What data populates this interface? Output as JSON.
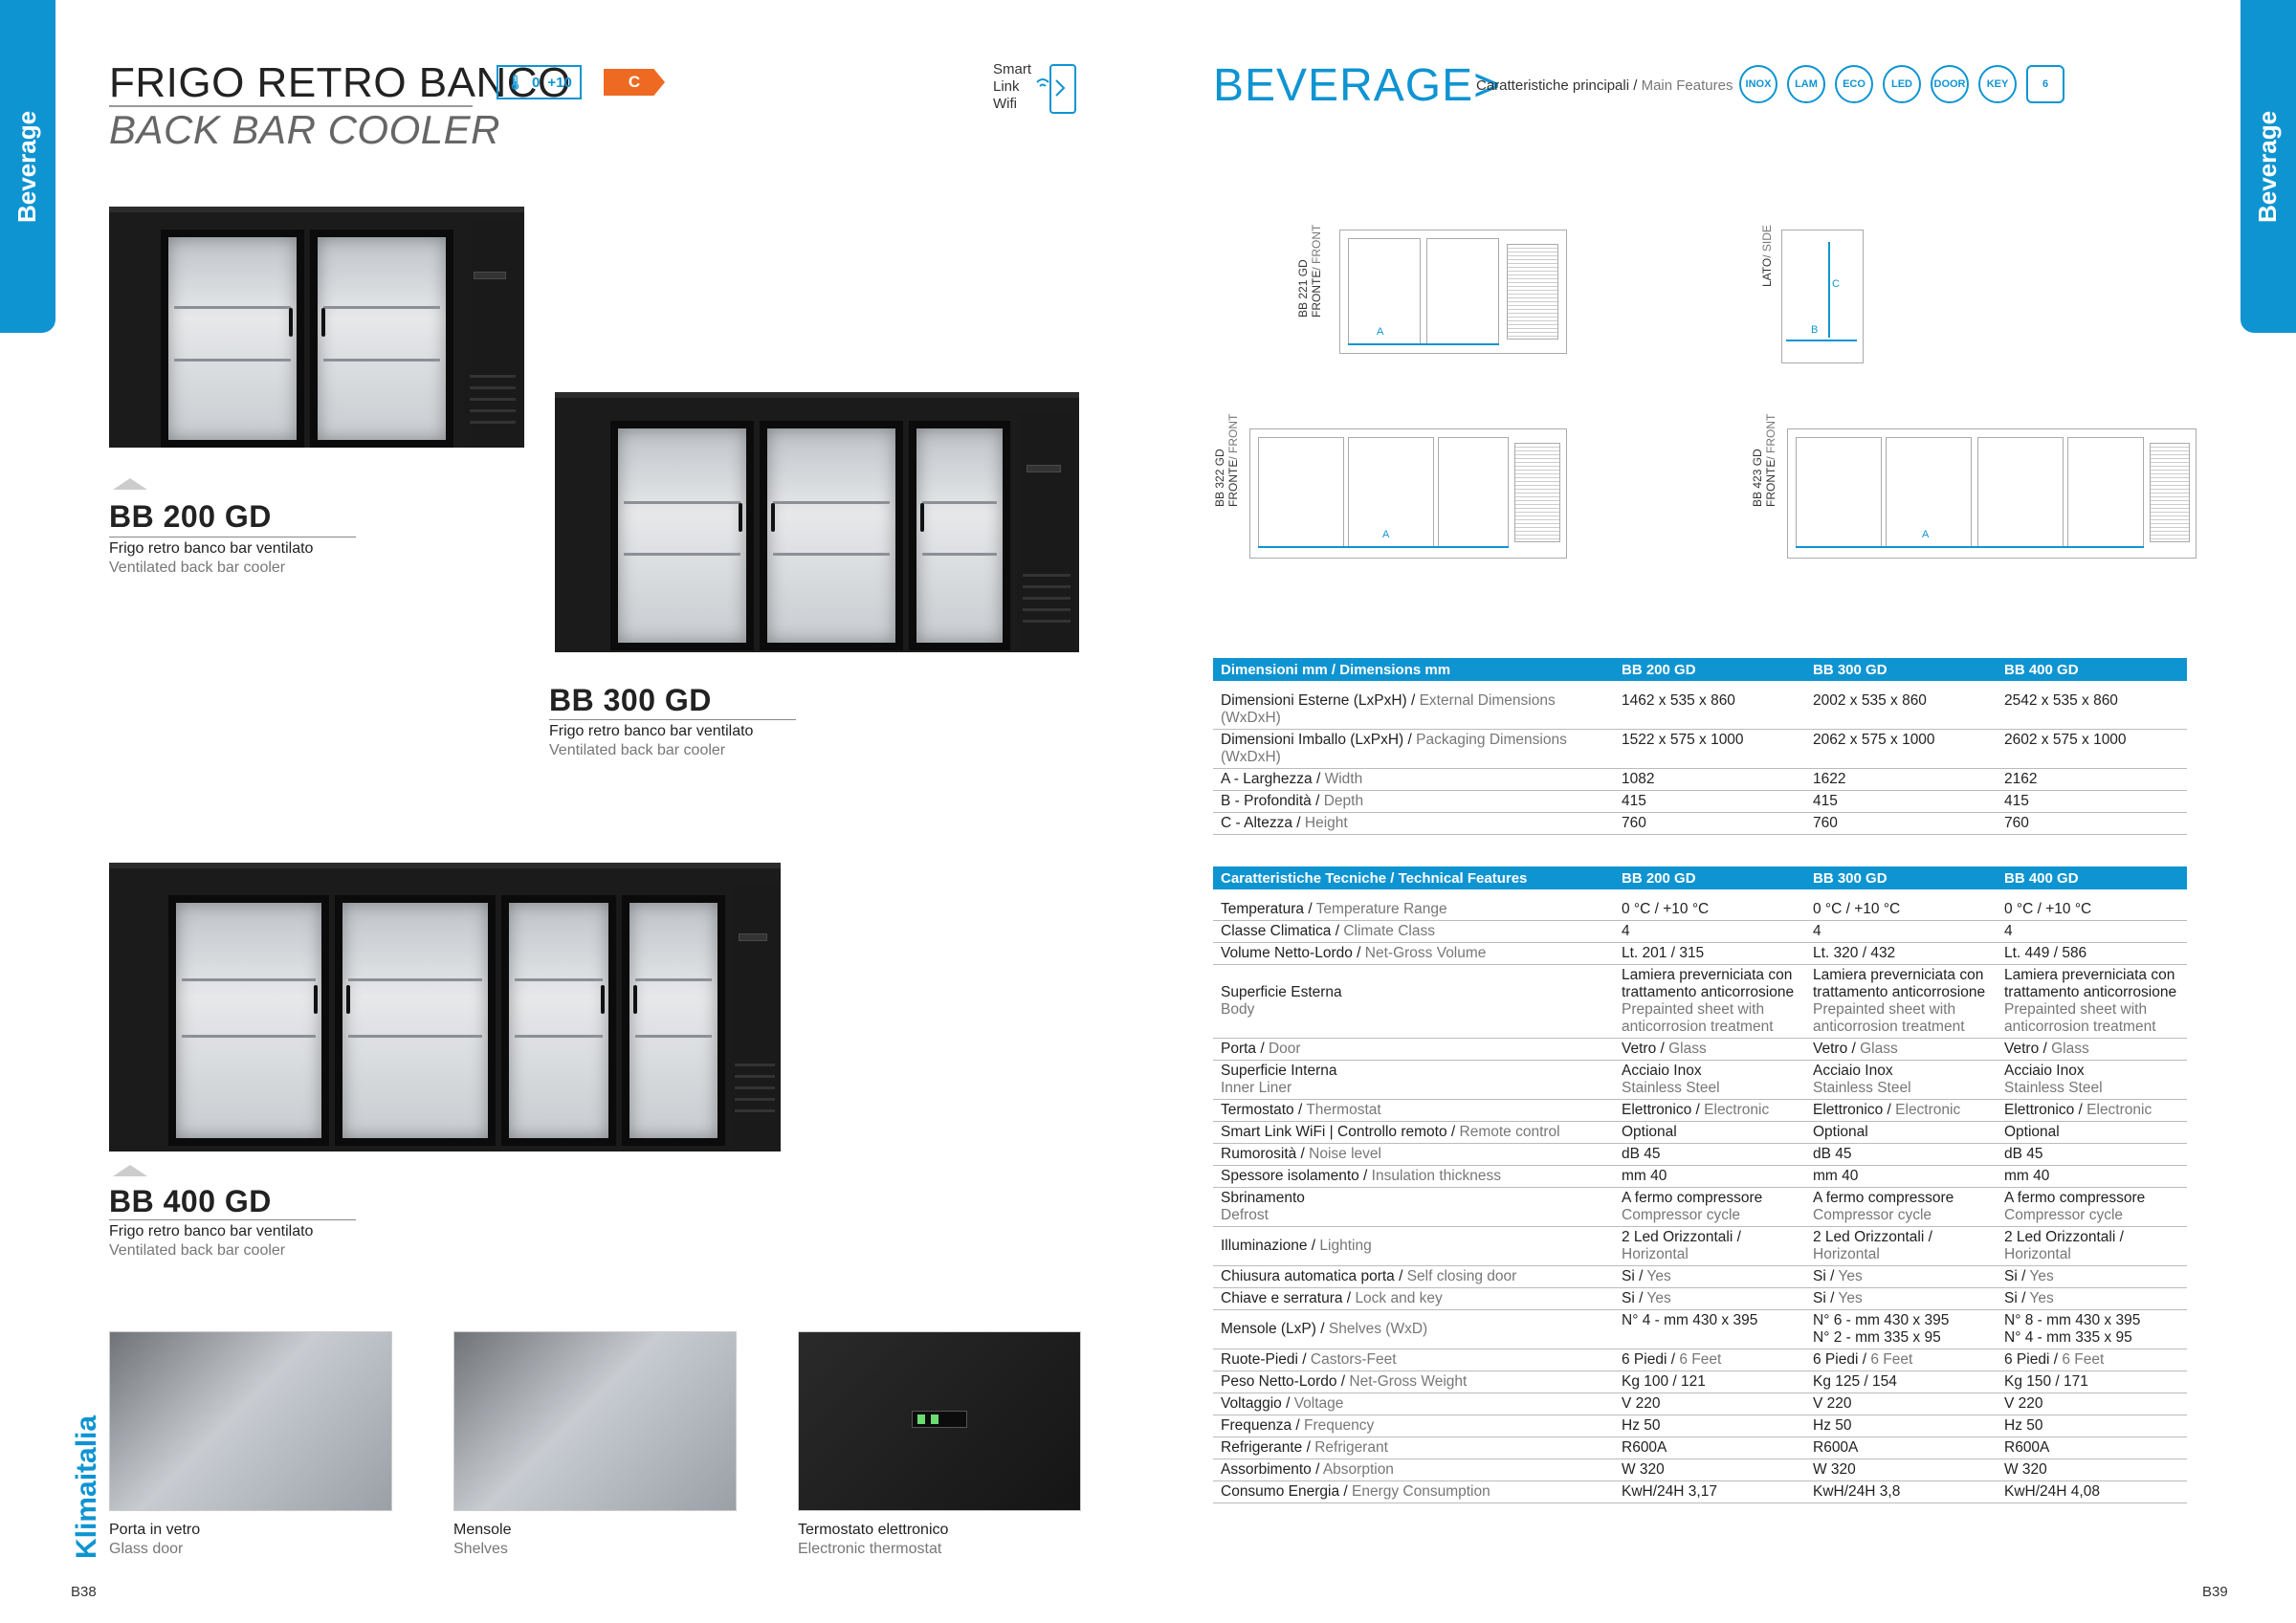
{
  "side_tab_left": "Beverage",
  "side_tab_right": "Beverage",
  "header": {
    "title_it": "FRIGO RETRO BANCO",
    "title_en": "BACK BAR COOLER",
    "temp_min": "0",
    "temp_max": "+10",
    "climate_class": "C",
    "smart": [
      "Smart",
      "Link",
      "Wifi"
    ]
  },
  "right_header": {
    "title": "BEVERAGE>",
    "main_features_it": "Caratteristiche principali",
    "main_features_sep": " / ",
    "main_features_en": "Main Features",
    "feature_icons": [
      "INOX",
      "LAM",
      "ECO",
      "LED",
      "DOOR",
      "KEY",
      "6"
    ]
  },
  "products": [
    {
      "name": "BB 200 GD",
      "desc_it": "Frigo retro banco bar ventilato",
      "desc_en": "Ventilated back bar cooler"
    },
    {
      "name": "BB 300 GD",
      "desc_it": "Frigo retro banco bar ventilato",
      "desc_en": "Ventilated back bar cooler"
    },
    {
      "name": "BB 400 GD",
      "desc_it": "Frigo retro banco bar ventilato",
      "desc_en": "Ventilated back bar cooler"
    }
  ],
  "details": [
    {
      "it": "Porta in vetro",
      "en": "Glass door"
    },
    {
      "it": "Mensole",
      "en": "Shelves"
    },
    {
      "it": "Termostato elettronico",
      "en": "Electronic thermostat"
    }
  ],
  "drawings": {
    "bb221": {
      "model": "BB 221 GD",
      "view_it": "FRONTE",
      "view_en": "/ FRONT",
      "dim": "A"
    },
    "side": {
      "view_it": "LATO",
      "view_en": "/ SIDE",
      "dim_b": "B",
      "dim_c": "C"
    },
    "bb322": {
      "model": "BB 322 GD",
      "view_it": "FRONTE",
      "view_en": "/ FRONT",
      "dim": "A"
    },
    "bb423": {
      "model": "BB 423 GD",
      "view_it": "FRONTE",
      "view_en": "/ FRONT",
      "dim": "A"
    }
  },
  "dimensions_table": {
    "header": [
      "Dimensioni mm / Dimensions mm",
      "BB 200 GD",
      "BB 300 GD",
      "BB 400 GD"
    ],
    "rows": [
      {
        "it": "Dimensioni Esterne (LxPxH) / ",
        "en": "External Dimensions (WxDxH)",
        "v": [
          "1462 x 535 x 860",
          "2002 x 535 x 860",
          "2542 x 535 x 860"
        ]
      },
      {
        "it": "Dimensioni Imballo (LxPxH) / ",
        "en": "Packaging Dimensions (WxDxH)",
        "v": [
          "1522 x 575 x 1000",
          "2062 x 575 x 1000",
          "2602 x 575 x 1000"
        ]
      },
      {
        "it": "A - Larghezza / ",
        "en": "Width",
        "v": [
          "1082",
          "1622",
          "2162"
        ]
      },
      {
        "it": "B - Profondità / ",
        "en": "Depth",
        "v": [
          "415",
          "415",
          "415"
        ]
      },
      {
        "it": "C - Altezza / ",
        "en": "Height",
        "v": [
          "760",
          "760",
          "760"
        ]
      }
    ]
  },
  "tech_table": {
    "header": [
      "Caratteristiche Tecniche / Technical Features",
      "BB 200 GD",
      "BB 300 GD",
      "BB 400 GD"
    ],
    "rows": [
      {
        "it": "Temperatura / ",
        "en": "Temperature Range",
        "v": [
          [
            "0 °C / +10 °C",
            ""
          ],
          [
            "0 °C / +10 °C",
            ""
          ],
          [
            "0 °C / +10 °C",
            ""
          ]
        ]
      },
      {
        "it": "Classe Climatica / ",
        "en": "Climate Class",
        "v": [
          [
            "4",
            ""
          ],
          [
            "4",
            ""
          ],
          [
            "4",
            ""
          ]
        ]
      },
      {
        "it": "Volume Netto-Lordo / ",
        "en": "Net-Gross Volume",
        "v": [
          [
            "Lt. 201 / 315",
            ""
          ],
          [
            "Lt. 320 / 432",
            ""
          ],
          [
            "Lt. 449 / 586",
            ""
          ]
        ]
      },
      {
        "it": "Superficie Esterna",
        "en": "Body",
        "block": true,
        "v": [
          [
            "Lamiera preverniciata con trattamento anticorrosione",
            "Prepainted sheet with anticorrosion treatment"
          ],
          [
            "Lamiera preverniciata con trattamento anticorrosione",
            "Prepainted sheet with anticorrosion treatment"
          ],
          [
            "Lamiera preverniciata con trattamento anticorrosione",
            "Prepainted sheet with anticorrosion treatment"
          ]
        ]
      },
      {
        "it": "Porta / ",
        "en": "Door",
        "v": [
          [
            "Vetro / ",
            "Glass"
          ],
          [
            "Vetro / ",
            "Glass"
          ],
          [
            "Vetro / ",
            "Glass"
          ]
        ]
      },
      {
        "it": "Superficie Interna",
        "en": "Inner Liner",
        "block": true,
        "v": [
          [
            "Acciaio Inox",
            "Stainless Steel"
          ],
          [
            "Acciaio Inox",
            "Stainless Steel"
          ],
          [
            "Acciaio Inox",
            "Stainless Steel"
          ]
        ]
      },
      {
        "it": "Termostato / ",
        "en": "Thermostat",
        "v": [
          [
            "Elettronico / ",
            "Electronic"
          ],
          [
            "Elettronico / ",
            "Electronic"
          ],
          [
            "Elettronico / ",
            "Electronic"
          ]
        ]
      },
      {
        "it": "Smart Link WiFi | Controllo remoto / ",
        "en": "Remote control",
        "v": [
          [
            "Optional",
            ""
          ],
          [
            "Optional",
            ""
          ],
          [
            "Optional",
            ""
          ]
        ]
      },
      {
        "it": "Rumorosità / ",
        "en": "Noise level",
        "v": [
          [
            "dB 45",
            ""
          ],
          [
            "dB 45",
            ""
          ],
          [
            "dB 45",
            ""
          ]
        ]
      },
      {
        "it": "Spessore isolamento / ",
        "en": "Insulation thickness",
        "v": [
          [
            "mm 40",
            ""
          ],
          [
            "mm 40",
            ""
          ],
          [
            "mm 40",
            ""
          ]
        ]
      },
      {
        "it": "Sbrinamento",
        "en": "Defrost",
        "block": true,
        "v": [
          [
            "A fermo compressore",
            "Compressor cycle"
          ],
          [
            "A fermo compressore",
            "Compressor cycle"
          ],
          [
            "A fermo compressore",
            "Compressor cycle"
          ]
        ]
      },
      {
        "it": "Illuminazione / ",
        "en": "Lighting",
        "v": [
          [
            "2 Led Orizzontali / ",
            "Horizontal"
          ],
          [
            "2 Led Orizzontali / ",
            "Horizontal"
          ],
          [
            "2 Led Orizzontali / ",
            "Horizontal"
          ]
        ]
      },
      {
        "it": "Chiusura automatica porta / ",
        "en": "Self closing door",
        "v": [
          [
            "Si / ",
            "Yes"
          ],
          [
            "Si / ",
            "Yes"
          ],
          [
            "Si / ",
            "Yes"
          ]
        ]
      },
      {
        "it": "Chiave e serratura / ",
        "en": "Lock and key",
        "v": [
          [
            "Si / ",
            "Yes"
          ],
          [
            "Si / ",
            "Yes"
          ],
          [
            "Si / ",
            "Yes"
          ]
        ]
      },
      {
        "it": "Mensole (LxP) / ",
        "en": "Shelves (WxD)",
        "v": [
          [
            "N° 4 - mm 430 x 395",
            ""
          ],
          [
            "N° 6 - mm 430 x 395\nN° 2 - mm 335 x 95",
            ""
          ],
          [
            "N° 8 - mm 430 x 395\nN° 4 - mm 335 x 95",
            ""
          ]
        ]
      },
      {
        "it": "Ruote-Piedi / ",
        "en": "Castors-Feet",
        "v": [
          [
            "6 Piedi / ",
            "6 Feet"
          ],
          [
            "6 Piedi / ",
            "6 Feet"
          ],
          [
            "6 Piedi / ",
            "6 Feet"
          ]
        ]
      },
      {
        "it": "Peso Netto-Lordo / ",
        "en": "Net-Gross Weight",
        "v": [
          [
            "Kg 100 / 121",
            ""
          ],
          [
            "Kg 125 / 154",
            ""
          ],
          [
            "Kg 150 / 171",
            ""
          ]
        ]
      },
      {
        "it": "Voltaggio / ",
        "en": "Voltage",
        "v": [
          [
            "V 220",
            ""
          ],
          [
            "V 220",
            ""
          ],
          [
            "V 220",
            ""
          ]
        ]
      },
      {
        "it": "Frequenza / ",
        "en": "Frequency",
        "v": [
          [
            "Hz 50",
            ""
          ],
          [
            "Hz 50",
            ""
          ],
          [
            "Hz 50",
            ""
          ]
        ]
      },
      {
        "it": "Refrigerante / ",
        "en": "Refrigerant",
        "v": [
          [
            "R600A",
            ""
          ],
          [
            "R600A",
            ""
          ],
          [
            "R600A",
            ""
          ]
        ]
      },
      {
        "it": "Assorbimento / ",
        "en": "Absorption",
        "v": [
          [
            "W 320",
            ""
          ],
          [
            "W 320",
            ""
          ],
          [
            "W 320",
            ""
          ]
        ]
      },
      {
        "it": "Consumo Energia / ",
        "en": "Energy Consumption",
        "v": [
          [
            "KwH/24H 3,17",
            ""
          ],
          [
            "KwH/24H 3,8",
            ""
          ],
          [
            "KwH/24H 4,08",
            ""
          ]
        ]
      }
    ]
  },
  "brand": "Klimaitalia",
  "page_left": "B38",
  "page_right": "B39",
  "accent_color": "#0f94d2"
}
